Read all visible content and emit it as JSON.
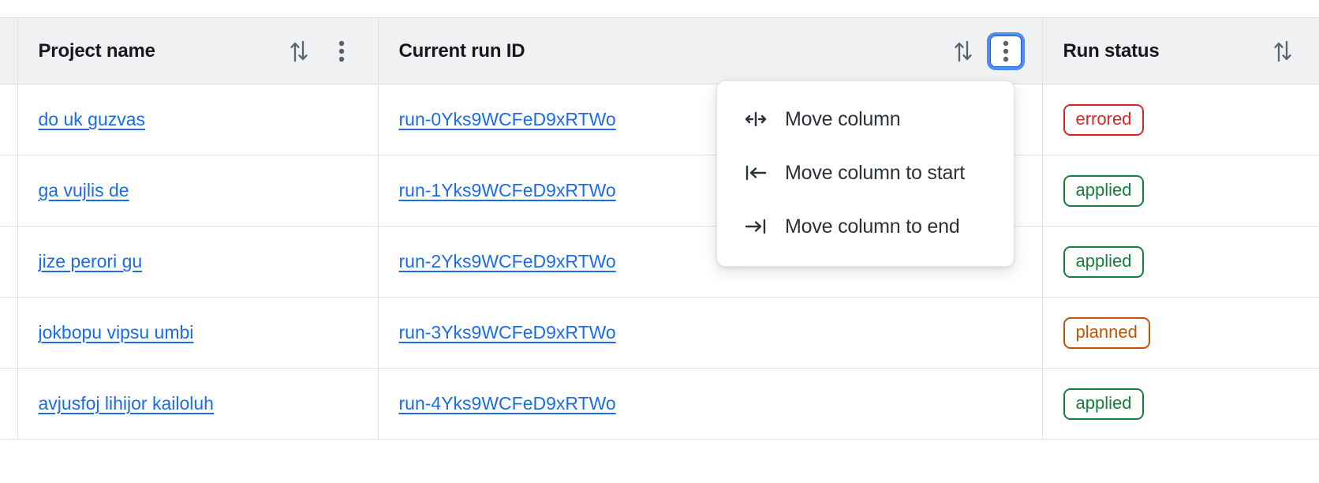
{
  "table": {
    "columns": [
      {
        "key": "select",
        "label": "",
        "sortable": false,
        "has_menu": false
      },
      {
        "key": "project",
        "label": "Project name",
        "sortable": true,
        "has_menu": true,
        "menu_focused": false
      },
      {
        "key": "run",
        "label": "Current run ID",
        "sortable": true,
        "has_menu": true,
        "menu_focused": true
      },
      {
        "key": "status",
        "label": "Run status",
        "sortable": true,
        "has_menu": false,
        "menu_focused": false
      }
    ],
    "icons": {
      "sort": "sort-arrows-icon",
      "menu": "kebab-menu-icon"
    },
    "rows": [
      {
        "project": "do uk guzvas",
        "run": "run-0Yks9WCFeD9xRTWo",
        "status": "errored",
        "status_kind": "errored"
      },
      {
        "project": "ga vujlis de",
        "run": "run-1Yks9WCFeD9xRTWo",
        "status": "applied",
        "status_kind": "applied"
      },
      {
        "project": "jize perori gu",
        "run": "run-2Yks9WCFeD9xRTWo",
        "status": "applied",
        "status_kind": "applied"
      },
      {
        "project": "jokbopu vipsu umbi",
        "run": "run-3Yks9WCFeD9xRTWo",
        "status": "planned",
        "status_kind": "planned"
      },
      {
        "project": "avjusfoj lihijor kailoluh",
        "run": "run-4Yks9WCFeD9xRTWo",
        "status": "applied",
        "status_kind": "applied"
      }
    ]
  },
  "column_menu": {
    "open_for_column": "Current run ID",
    "items": [
      {
        "label": "Move column",
        "icon": "move-column-icon"
      },
      {
        "label": "Move column to start",
        "icon": "move-to-start-icon"
      },
      {
        "label": "Move column to end",
        "icon": "move-to-end-icon"
      }
    ]
  },
  "colors": {
    "link": "#1a6ceb",
    "errored": "#dc2626",
    "applied": "#15803d",
    "planned": "#c2540a",
    "focus_ring": "#4f8df5",
    "header_bg": "#f0f1f3",
    "border": "#dddfe2"
  }
}
